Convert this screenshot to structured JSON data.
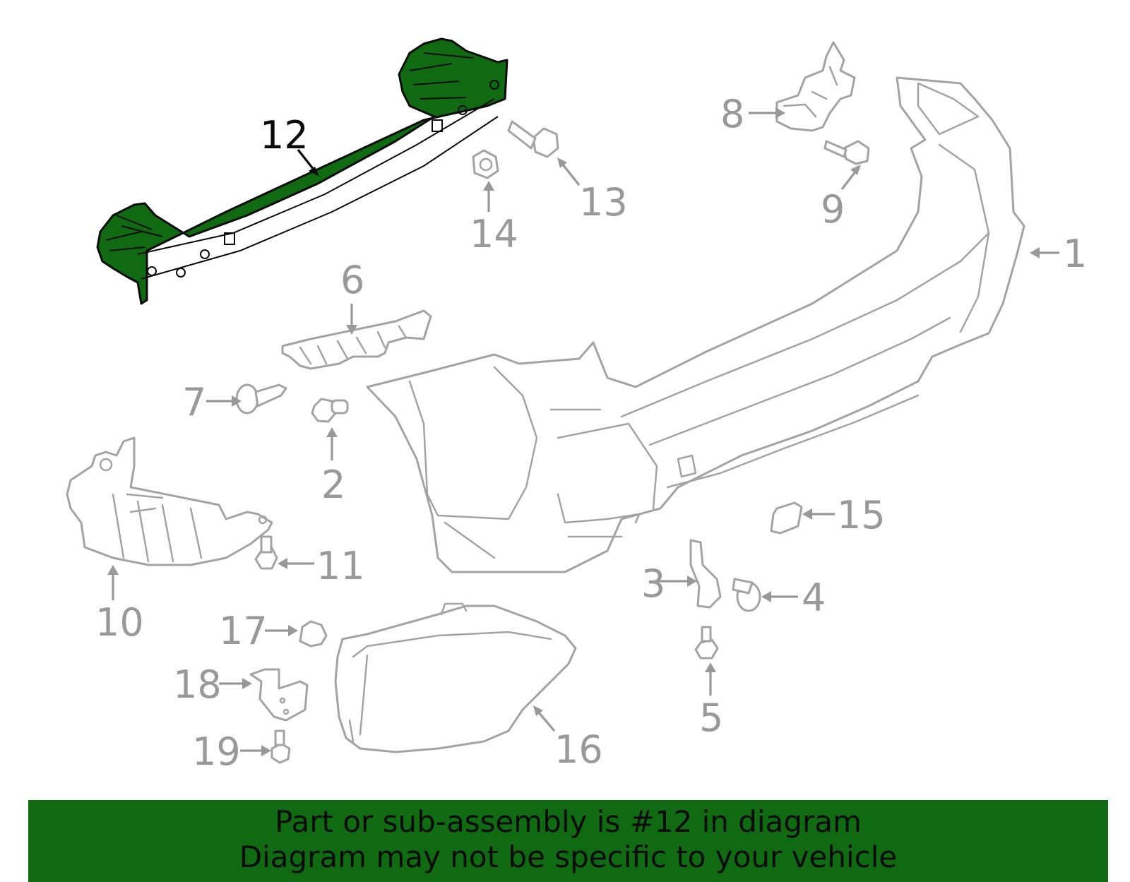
{
  "diagram": {
    "callouts": {
      "c1": "1",
      "c2": "2",
      "c3": "3",
      "c4": "4",
      "c5": "5",
      "c6": "6",
      "c7": "7",
      "c8": "8",
      "c9": "9",
      "c10": "10",
      "c11": "11",
      "c12": "12",
      "c13": "13",
      "c14": "14",
      "c15": "15",
      "c16": "16",
      "c17": "17",
      "c18": "18",
      "c19": "19"
    },
    "highlighted_part": "12",
    "colors": {
      "highlight": "#0f6a12",
      "outline": "#a3a3a3",
      "label": "#999999"
    }
  },
  "banner": {
    "line1": "Part or sub-assembly is #12 in diagram",
    "line2": "Diagram may not be specific to your vehicle"
  }
}
